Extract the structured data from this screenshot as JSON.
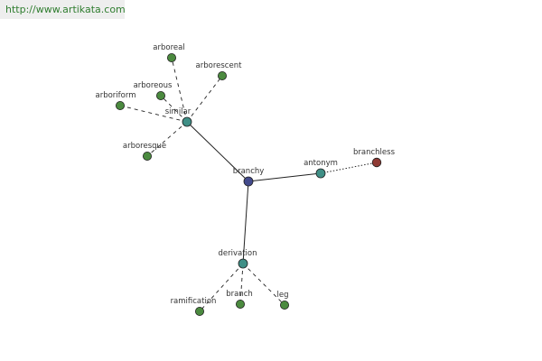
{
  "site_url": "http://www.artikata.com",
  "graph": {
    "nodes": [
      {
        "id": "branchy",
        "label": "branchy",
        "kind": "root",
        "color": "#434a8c"
      },
      {
        "id": "similar",
        "label": "similar",
        "kind": "relation",
        "color": "#3f8f86"
      },
      {
        "id": "antonym",
        "label": "antonym",
        "kind": "relation",
        "color": "#3f8f86"
      },
      {
        "id": "derivation",
        "label": "derivation",
        "kind": "relation",
        "color": "#3f8f86"
      },
      {
        "id": "arboreal",
        "label": "arboreal",
        "kind": "word",
        "color": "#4b8a3f"
      },
      {
        "id": "arborescent",
        "label": "arborescent",
        "kind": "word",
        "color": "#4b8a3f"
      },
      {
        "id": "arboreous",
        "label": "arboreous",
        "kind": "word",
        "color": "#4b8a3f"
      },
      {
        "id": "arboriform",
        "label": "arboriform",
        "kind": "word",
        "color": "#4b8a3f"
      },
      {
        "id": "arboresque",
        "label": "arboresque",
        "kind": "word",
        "color": "#4b8a3f"
      },
      {
        "id": "branchless",
        "label": "branchless",
        "kind": "antonym-word",
        "color": "#8f3a34"
      },
      {
        "id": "ramification",
        "label": "ramification",
        "kind": "word",
        "color": "#4b8a3f"
      },
      {
        "id": "branch",
        "label": "branch",
        "kind": "word",
        "color": "#4b8a3f"
      },
      {
        "id": "leg",
        "label": "leg",
        "kind": "word",
        "color": "#4b8a3f"
      }
    ],
    "edges": [
      {
        "from": "branchy",
        "to": "similar",
        "style": "solid"
      },
      {
        "from": "branchy",
        "to": "antonym",
        "style": "solid"
      },
      {
        "from": "branchy",
        "to": "derivation",
        "style": "solid"
      },
      {
        "from": "similar",
        "to": "arboreal",
        "style": "dashed"
      },
      {
        "from": "similar",
        "to": "arborescent",
        "style": "dashed"
      },
      {
        "from": "similar",
        "to": "arboreous",
        "style": "dashed"
      },
      {
        "from": "similar",
        "to": "arboriform",
        "style": "dashed"
      },
      {
        "from": "similar",
        "to": "arboresque",
        "style": "dashed"
      },
      {
        "from": "antonym",
        "to": "branchless",
        "style": "dotted"
      },
      {
        "from": "derivation",
        "to": "ramification",
        "style": "dashed"
      },
      {
        "from": "derivation",
        "to": "branch",
        "style": "dashed"
      },
      {
        "from": "derivation",
        "to": "leg",
        "style": "dashed"
      }
    ]
  }
}
